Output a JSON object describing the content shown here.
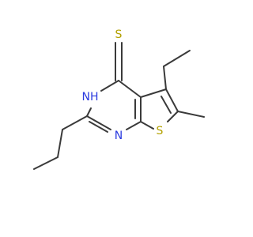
{
  "molecule": {
    "atoms": {
      "thione_s": {
        "symbol": "S",
        "color": "#b3a100"
      },
      "ring_nh": {
        "symbol": "NH",
        "color": "#2a3adf"
      },
      "ring_n": {
        "symbol": "N",
        "color": "#2a3adf"
      },
      "thiophene_s": {
        "symbol": "S",
        "color": "#b3a100"
      }
    },
    "bond_color": "#3a3a3a"
  }
}
